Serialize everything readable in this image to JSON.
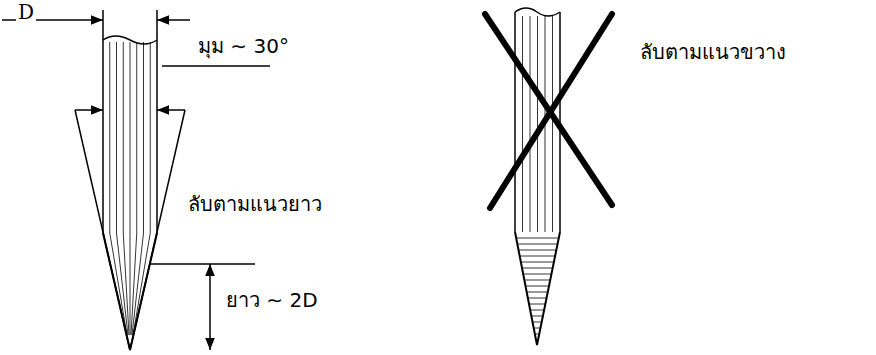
{
  "diagram": {
    "labels": [
      "D",
      "มุม ∼ 30°",
      "ลับตามแนวยาว",
      "ยาว ∼ 2D",
      "ลับตามแนวขวาง"
    ]
  }
}
